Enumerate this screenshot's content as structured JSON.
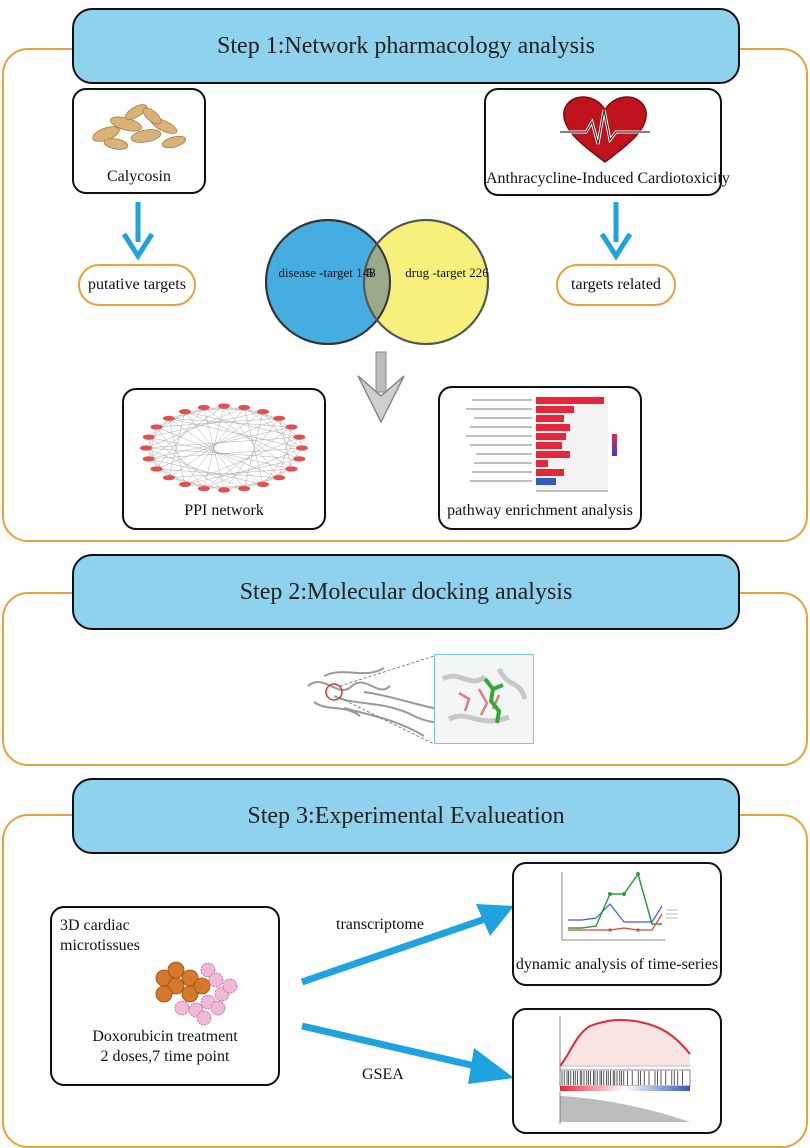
{
  "step1": {
    "title": "Step 1:Network pharmacology analysis",
    "drug_label": "Calycosin",
    "disease_label": "Anthracycline-Induced Cardiotoxicity",
    "left_pill": "putative targets",
    "right_pill": "targets  related",
    "venn": {
      "left_label": "disease -target 148",
      "overlap_label": "5",
      "right_label": "drug -target 226",
      "left_color": "#45ade0",
      "right_color": "#f7f07b"
    },
    "ppi_caption": "PPI network",
    "enrichment_caption": "pathway enrichment analysis"
  },
  "step2": {
    "title": "Step 2:Molecular docking analysis"
  },
  "step3": {
    "title": "Step 3:Experimental Evalueation",
    "tissue_title": "3D cardiac\nmicrotissues",
    "treatment_line1": "Doxorubicin treatment",
    "treatment_line2": "2 doses,7 time point",
    "arrow_upper_label": "transcriptome",
    "arrow_lower_label": "GSEA",
    "timeseries_caption": "dynamic analysis of time-series"
  },
  "colors": {
    "frame": "#e8a23a",
    "banner": "#8fd2ee",
    "arrow_blue": "#1ea3e0",
    "bar_red": "#e8263a"
  }
}
